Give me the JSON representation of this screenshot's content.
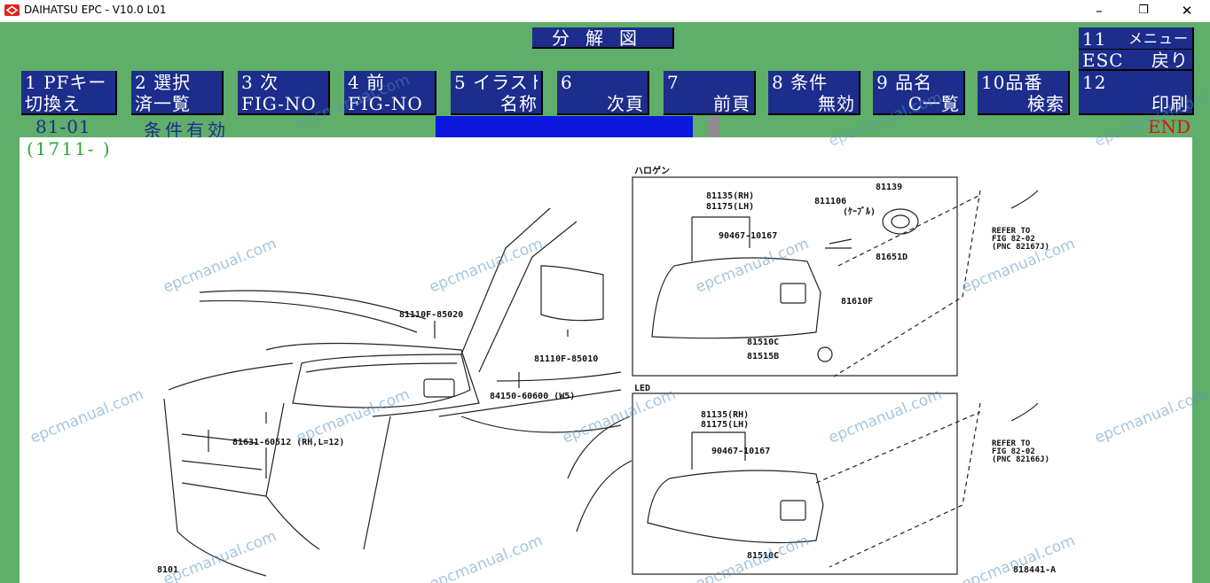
{
  "window": {
    "title": "DAIHATSU EPC - V10.0 L01",
    "minimize": "–",
    "maximize": "❐",
    "close": "✕",
    "logo_color": "#e2231a"
  },
  "header": {
    "title": "分解図"
  },
  "fkeys": [
    {
      "l1": "1 PFキー",
      "l2": "切換え"
    },
    {
      "l1": "2 選択",
      "l2": "済一覧"
    },
    {
      "l1": "3 次",
      "l2": "FIG-NO"
    },
    {
      "l1": "4 前",
      "l2": "FIG-NO"
    },
    {
      "l1": "5 イラスト",
      "l2": "名称"
    },
    {
      "l1": "6",
      "l2": "次頁"
    },
    {
      "l1": "7",
      "l2": "前頁"
    },
    {
      "l1": "8 条件",
      "l2": "無効"
    },
    {
      "l1": "9 品名",
      "l2": "C一覧"
    },
    {
      "l1": "10品番",
      "l2": "検索"
    },
    {
      "l1": "12",
      "l2": "印刷"
    }
  ],
  "menu_keys": {
    "k11": {
      "num": "11",
      "label": "メニュー"
    },
    "esc": {
      "num": "ESC",
      "label": "戻り"
    }
  },
  "status": {
    "figure_code": "81-01",
    "condition": "条件有効",
    "end": "END",
    "date_range": "(1711-      )"
  },
  "illustration": {
    "ref_code": "8101",
    "drawing_no": "818441-A",
    "halogen_title": "ハロゲン",
    "led_title": "LED",
    "labels": {
      "p81110f_85020": "81110F-85020",
      "p81110f_85010": "81110F-85010",
      "p84150": "84150-60600 (W5)",
      "p81631": "81631-60512 (RH,L=12)",
      "h_81135": "81135(RH)",
      "h_81175": "81175(LH)",
      "h_90467": "90467-10167",
      "h_811106": "811106",
      "h_811106b": "(ｹｰﾌﾞﾙ)",
      "h_81139": "81139",
      "h_81651d": "81651D",
      "h_81610f": "81610F",
      "h_81510c": "81510C",
      "h_81515b": "81515B",
      "h_refer1": "REFER TO",
      "h_refer2": "FIG 82-02",
      "h_refer3": "(PNC 82167J)",
      "l_81135": "81135(RH)",
      "l_81175": "81175(LH)",
      "l_90467": "90467-10167",
      "l_81510c": "81510C",
      "l_refer1": "REFER TO",
      "l_refer2": "FIG 82-02",
      "l_refer3": "(PNC 82166J)"
    }
  },
  "watermark": "epcmanual.com",
  "colors": {
    "background_green": "#5fae6a",
    "key_blue": "#1c2d8c",
    "progress_blue": "#0a18e0",
    "end_red": "#e01010",
    "date_green": "#2aa830"
  }
}
